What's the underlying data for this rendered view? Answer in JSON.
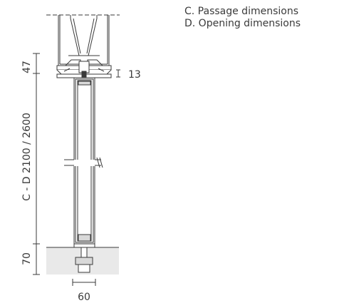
{
  "legend": {
    "passage": "C. Passage dimensions",
    "opening": "D. Opening dimensions"
  },
  "dimensions": {
    "top_height": "47",
    "door_height": "C - D 2100 / 2600",
    "bottom_height": "70",
    "gap": "13",
    "bottom_width": "60"
  },
  "colors": {
    "line": "#3a3a3a",
    "floor": "#e9e9e9",
    "panel": "#d9d9d9"
  }
}
